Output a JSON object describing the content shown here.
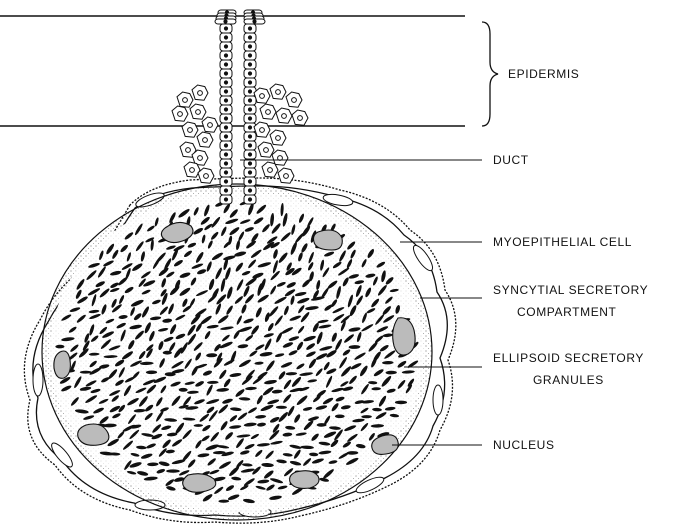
{
  "labels": {
    "epidermis": "EPIDERMIS",
    "duct": "DUCT",
    "myoepithelial": "MYOEPITHELIAL   CELL",
    "syncytial_1": "SYNCYTIAL   SECRETORY",
    "syncytial_2": "COMPARTMENT",
    "ellipsoid_1": "ELLIPSOID   SECRETORY",
    "ellipsoid_2": "GRANULES",
    "nucleus": "NUCLEUS"
  },
  "colors": {
    "ink": "#111111",
    "paper": "#ffffff",
    "stipple": "#555555"
  }
}
